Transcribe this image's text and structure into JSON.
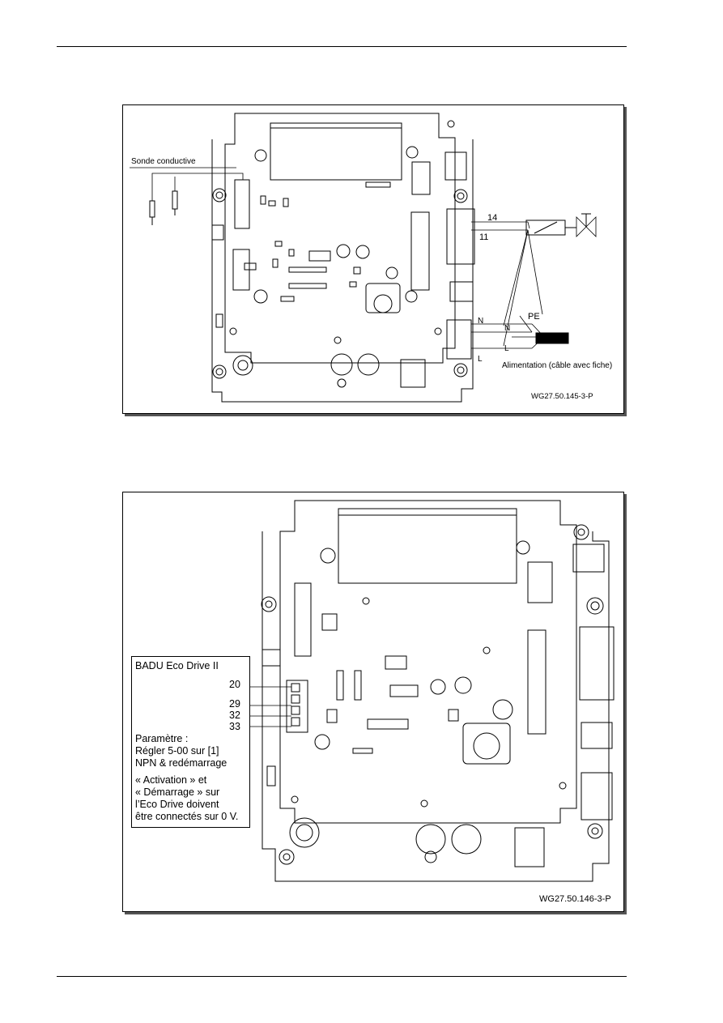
{
  "figure1": {
    "probe_label": "Sonde conductive",
    "terminal_14": "14",
    "terminal_11": "11",
    "pe_label": "PE",
    "n_label_1": "N",
    "n_label_2": "N",
    "l_label_1": "L",
    "l_label_2": "L",
    "power_label": "Alimentation (câble avec fiche)",
    "reference": "WG27.50.145-3-P"
  },
  "figure2": {
    "box_title": "BADU Eco Drive II",
    "terminals": [
      "20",
      "29",
      "32",
      "33"
    ],
    "param_lines": [
      "Paramètre :",
      "Régler 5-00 sur [1]",
      "NPN & redémarrage"
    ],
    "note_lines": [
      "« Activation » et",
      "« Démarrage » sur",
      "l’Eco Drive doivent",
      "être connectés sur 0 V."
    ],
    "reference": "WG27.50.146-3-P"
  }
}
